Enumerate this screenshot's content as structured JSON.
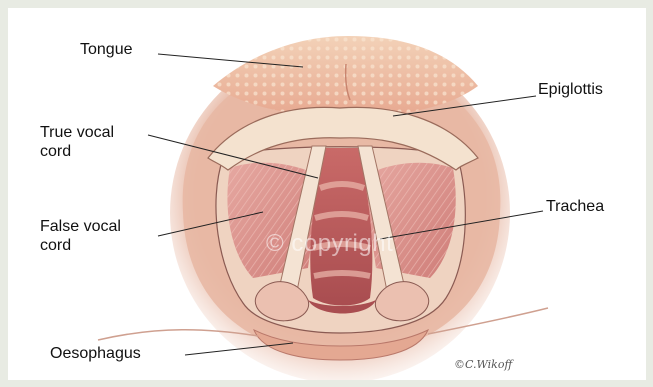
{
  "labels": {
    "tongue": "Tongue",
    "epiglottis": "Epiglottis",
    "true_vocal_cord_line1": "True vocal",
    "true_vocal_cord_line2": "cord",
    "false_vocal_cord_line1": "False vocal",
    "false_vocal_cord_line2": "cord",
    "trachea": "Trachea",
    "oesophagus": "Oesophagus"
  },
  "watermark": "© copyright",
  "artist_signature": "©C.Wikoff",
  "colors": {
    "background": "#e8ebe3",
    "panel": "#ffffff",
    "tissue": "#e7b9a6",
    "tongue": "#f1c9ae",
    "cartilage": "#f3dfcc",
    "muscle": "#d98f88",
    "deep": "#b95a59",
    "leader_line": "#222222"
  }
}
